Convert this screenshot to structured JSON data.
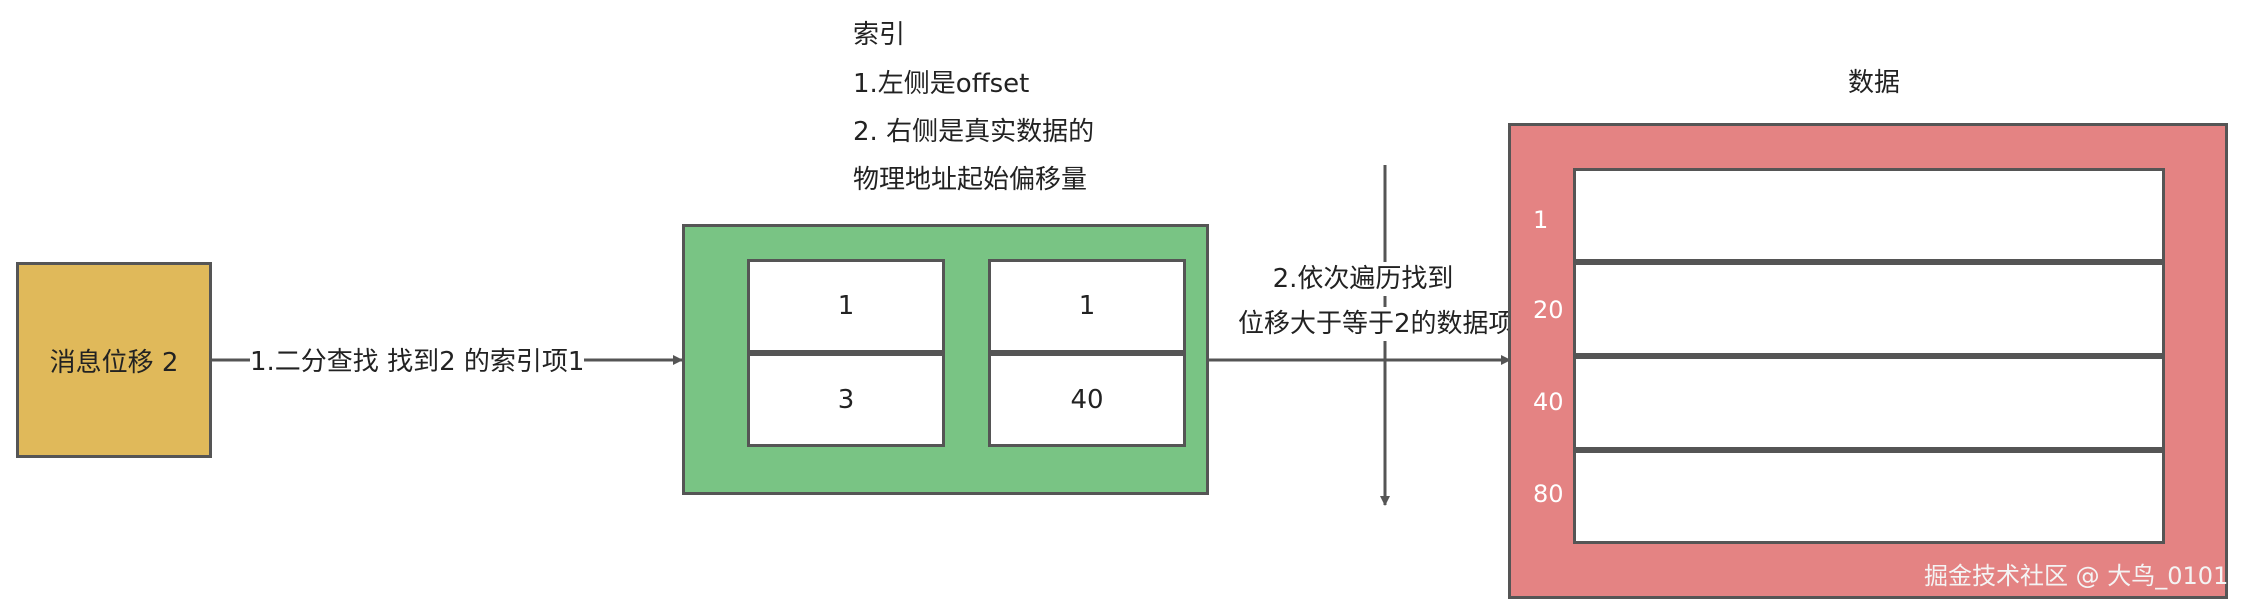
{
  "message_box": {
    "label": "消息位移 2"
  },
  "arrow1_label": "1.二分查找 找到2 的索引项1",
  "index_note": {
    "title": "索引",
    "line1": "1.左侧是offset",
    "line2": "2. 右侧是真实数据的",
    "line3": "物理地址起始偏移量"
  },
  "index_table": {
    "rows": [
      {
        "offset": "1",
        "position": "1"
      },
      {
        "offset": "3",
        "position": "40"
      }
    ]
  },
  "arrow2_label": {
    "line1": "2.依次遍历找到",
    "line2": "位移大于等于2的数据项"
  },
  "data_block": {
    "title": "数据",
    "rows": [
      "1",
      "20",
      "40",
      "80"
    ]
  },
  "watermark": "掘金技术社区 @ 大鸟_0101",
  "colors": {
    "message_fill": "#e0b95a",
    "index_fill": "#79c484",
    "data_fill": "#e48383",
    "stroke": "#555555"
  }
}
